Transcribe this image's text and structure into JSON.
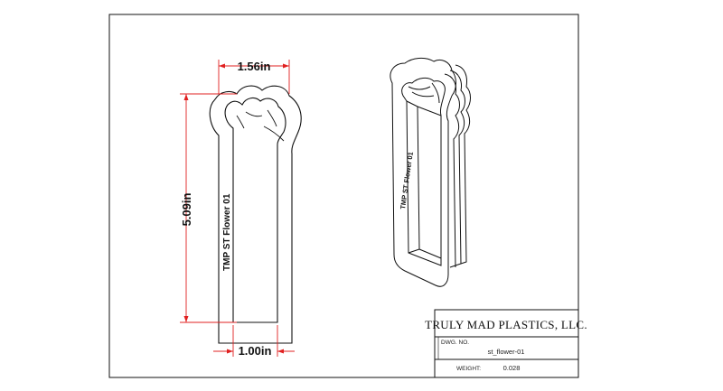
{
  "dimensions": {
    "top_width": "1.56in",
    "height": "5.09in",
    "bottom_width": "1.00in"
  },
  "part_label": "TMP ST Flower 01",
  "title_block": {
    "company": "TRULY MAD PLASTICS, LLC.",
    "dwg_no_label": "DWG. NO.",
    "dwg_no_value": "st_flower-01",
    "weight_label": "WEIGHT:",
    "weight_value": "0.028"
  },
  "colors": {
    "dimension": "#e02020",
    "outline": "#111111"
  }
}
